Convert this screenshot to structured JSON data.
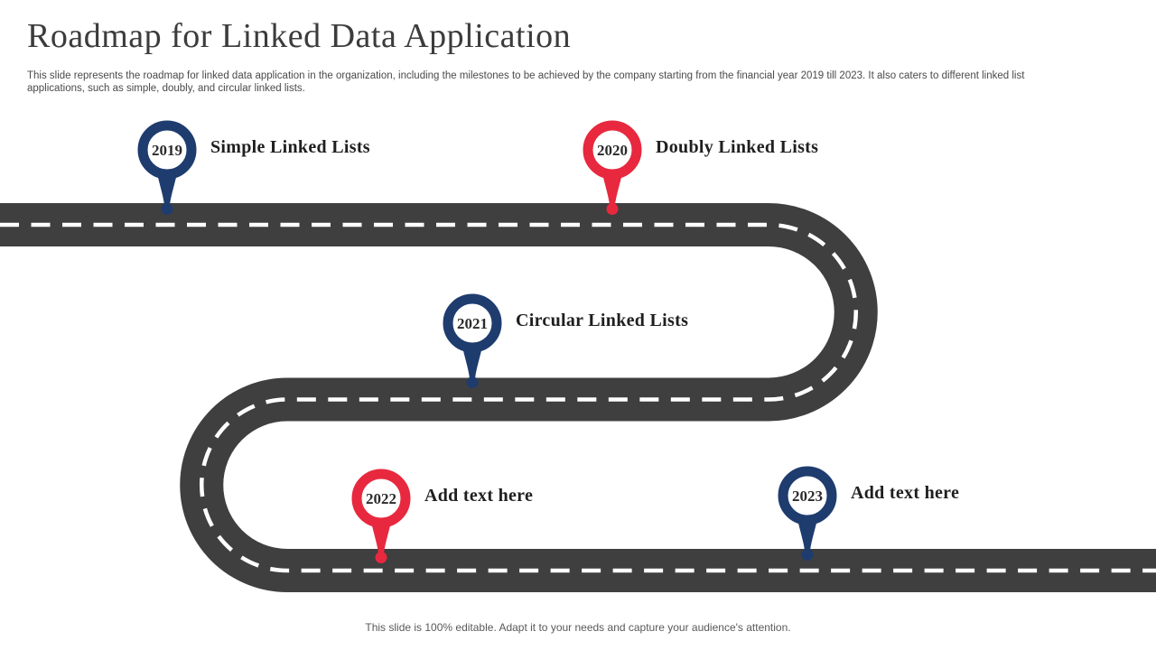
{
  "slide": {
    "title": "Roadmap for Linked Data Application",
    "subtitle": "This slide represents the roadmap for linked data application in the organization, including the milestones to be achieved by the company starting from the financial year 2019 till 2023. It also caters to different linked list applications, such as simple, doubly, and circular linked lists.",
    "footer": "This slide is 100% editable. Adapt it to your needs and capture your audience's attention."
  },
  "theme": {
    "navy": "#1E3C6E",
    "red": "#E8283E",
    "road_gray": "#3F3F3F",
    "road_dash": "#FFFFFF"
  },
  "milestones": [
    {
      "year": "2019",
      "label": "Simple Linked Lists",
      "color": "navy"
    },
    {
      "year": "2020",
      "label": "Doubly Linked Lists",
      "color": "red"
    },
    {
      "year": "2021",
      "label": "Circular Linked Lists",
      "color": "navy"
    },
    {
      "year": "2022",
      "label": "Add text here",
      "color": "red"
    },
    {
      "year": "2023",
      "label": "Add text here",
      "color": "navy"
    }
  ]
}
